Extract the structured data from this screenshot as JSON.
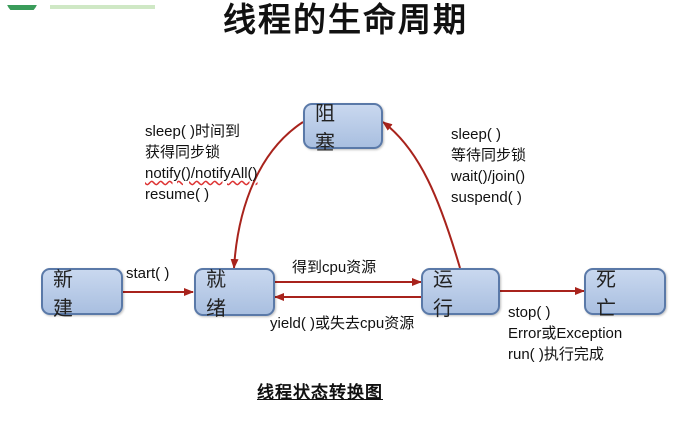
{
  "title": "线程的生命周期",
  "colors": {
    "arrow": "#a8231c",
    "node_fill": "#b9cde9",
    "node_border": "#5a79a8"
  },
  "nodes": {
    "new": "新 建",
    "runnable": "就 绪",
    "running": "运 行",
    "blocked": "阻 塞",
    "dead": "死 亡"
  },
  "transitions": {
    "new_to_runnable": [
      "start( )"
    ],
    "runnable_to_running": [
      "得到cpu资源"
    ],
    "running_to_runnable": [
      "yield( )或失去cpu资源"
    ],
    "running_to_blocked": [
      "sleep( )",
      "等待同步锁",
      "wait()/join()",
      "suspend( )"
    ],
    "blocked_to_runnable": [
      "sleep( )时间到",
      "获得同步锁",
      "notify()/notifyAll()",
      "resume( )"
    ],
    "running_to_dead": [
      "stop( )",
      "Error或Exception",
      "run( )执行完成"
    ]
  },
  "caption": "线程状态转换图"
}
